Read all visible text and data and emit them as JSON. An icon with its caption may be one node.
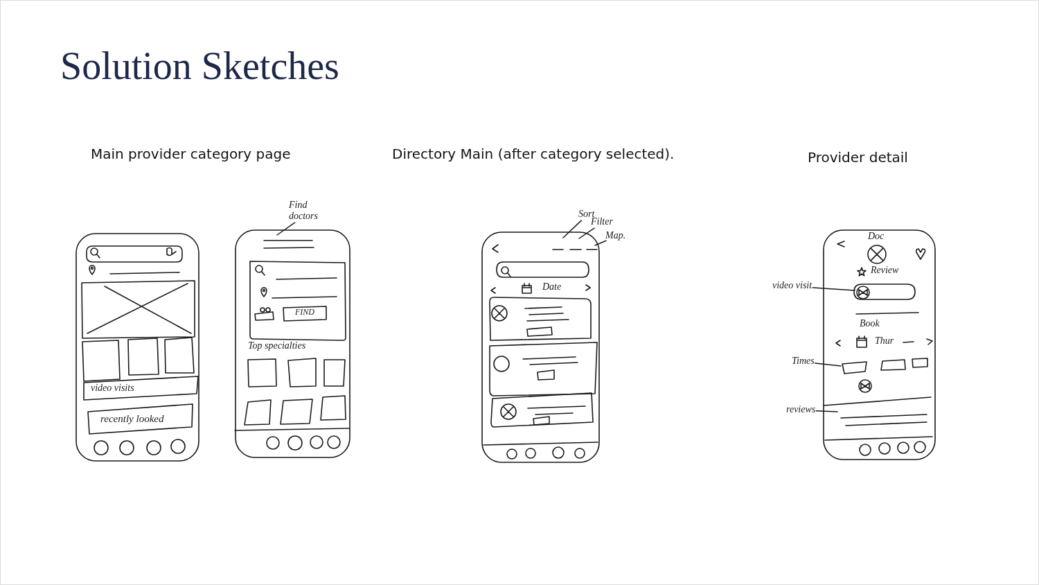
{
  "diagram": {
    "title": "Solution Sketches",
    "nodes": [
      {
        "text": [],
        "shape": "phone"
      },
      {
        "text": [
          "video visits"
        ],
        "in": 0
      },
      {
        "text": [
          "recently looked"
        ],
        "in": 0
      },
      {
        "text": [
          "Find doctors"
        ]
      },
      {
        "text": [],
        "shape": "phone"
      },
      {
        "text": [
          "FIND"
        ],
        "in": 4
      },
      {
        "text": [
          "Sort"
        ]
      },
      {
        "text": [
          "Filter"
        ]
      },
      {
        "text": [
          "Map."
        ]
      },
      {
        "text": [],
        "shape": "phone"
      },
      {
        "text": [],
        "shape": "phone"
      },
      {
        "text": [
          "video visit"
        ]
      },
      {
        "text": [
          "Times"
        ]
      },
      {
        "text": [
          "reviews"
        ]
      }
    ],
    "edges": [
      {
        "from": 3,
        "to": 4,
        "arrow": "none"
      },
      {
        "from": 6,
        "to": 9,
        "arrow": "none"
      },
      {
        "from": 7,
        "to": 9,
        "arrow": "none"
      },
      {
        "from": 8,
        "to": 9,
        "arrow": "none"
      },
      {
        "from": 11,
        "to": 10,
        "arrow": "none"
      },
      {
        "from": 12,
        "to": 10,
        "arrow": "none"
      },
      {
        "from": 13,
        "to": 10,
        "arrow": "none"
      }
    ],
    "labels": [
      "Main provider category page",
      "Directory Main (after category selected).",
      "Provider detail",
      "Top specialties",
      "Date",
      "Doc",
      "Review",
      "Book",
      "Thur"
    ]
  }
}
